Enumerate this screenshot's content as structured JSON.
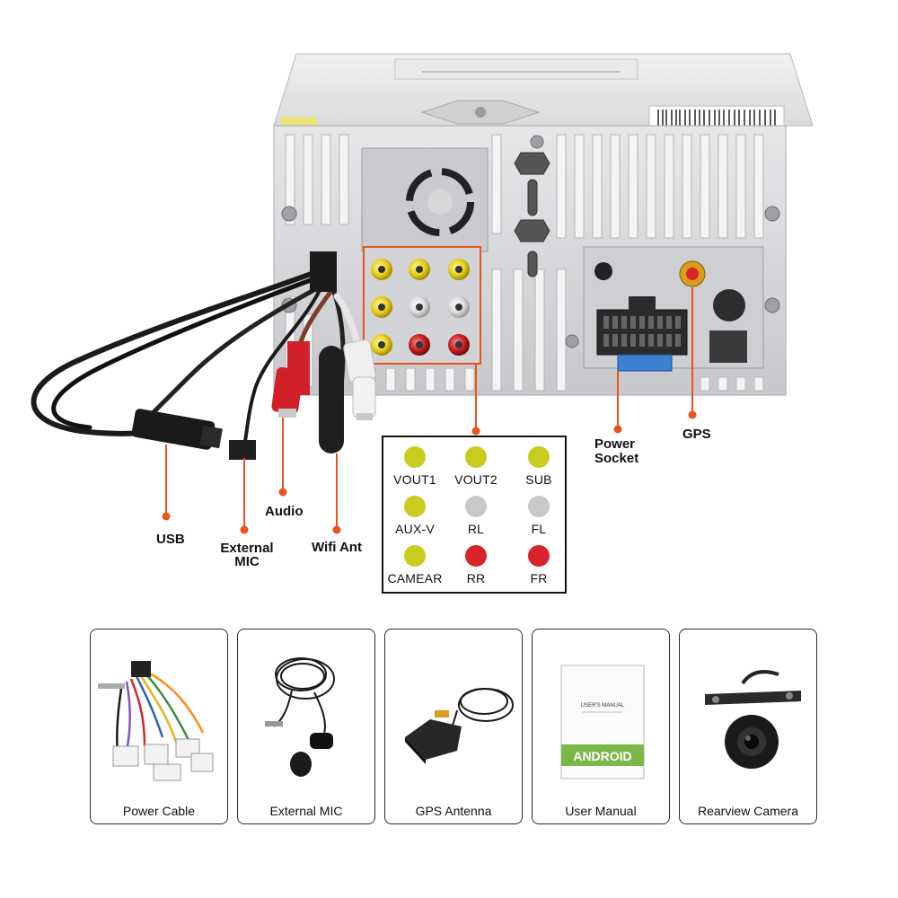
{
  "callouts": {
    "usb": "USB",
    "external_mic": "External MIC",
    "audio": "Audio",
    "wifi_ant": "Wifi Ant",
    "power_socket": "Power Socket",
    "gps": "GPS"
  },
  "legend": [
    {
      "label": "VOUT1",
      "color": "#c8cc1e"
    },
    {
      "label": "VOUT2",
      "color": "#c8cc1e"
    },
    {
      "label": "SUB",
      "color": "#c8cc1e"
    },
    {
      "label": "AUX-V",
      "color": "#c8cc1e"
    },
    {
      "label": "RL",
      "color": "#c9c9c9"
    },
    {
      "label": "FL",
      "color": "#c9c9c9"
    },
    {
      "label": "CAMEAR",
      "color": "#c8cc1e"
    },
    {
      "label": "RR",
      "color": "#d9232a"
    },
    {
      "label": "FR",
      "color": "#d9232a"
    }
  ],
  "accessories": [
    {
      "label": "Power Cable",
      "icon": "power-cable-icon"
    },
    {
      "label": "External MIC",
      "icon": "microphone-icon"
    },
    {
      "label": "GPS Antenna",
      "icon": "gps-antenna-icon"
    },
    {
      "label": "User Manual",
      "icon": "user-manual-icon"
    },
    {
      "label": "Rearview Camera",
      "icon": "rearview-camera-icon"
    }
  ],
  "manual": {
    "title": "USER'S MANUAL",
    "logo_text": "ANDROID"
  },
  "colors": {
    "callout_line": "#e8541d",
    "yellow_rca": "#e9cf1f",
    "red_rca": "#d9232a",
    "white_rca": "#e6e6e6",
    "chassis": "#d4d6d9"
  }
}
